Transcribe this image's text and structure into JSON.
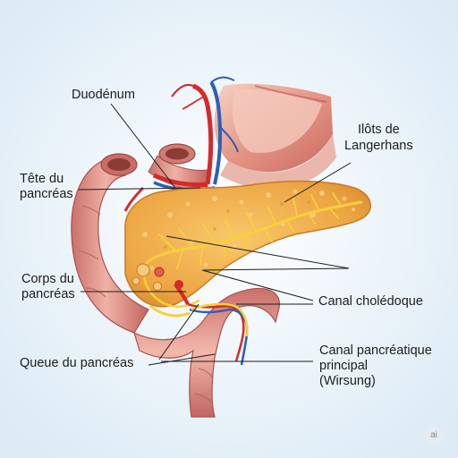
{
  "labels": {
    "duodenum": "Duodénum",
    "head": [
      "Tête du",
      "pancréas"
    ],
    "body": [
      "Corps du",
      "pancréas"
    ],
    "tail": "Queue du pancréas",
    "islets": [
      "Ilôts de",
      "Langerhans"
    ],
    "bile_duct": "Canal cholédoque",
    "main_duct": [
      "Canal pancréatique",
      "principal",
      "(Wirsung)"
    ]
  },
  "badge": "ai",
  "colors": {
    "background": "#eef5fb",
    "intestine": "#d98a84",
    "intestine_dark": "#b85e5a",
    "pancreas": "#f2b04a",
    "pancreas_dark": "#d98b2a",
    "duct": "#f7d03c",
    "artery": "#d8282a",
    "vein": "#2d5fb8",
    "leader_line": "#1d1d1d"
  }
}
